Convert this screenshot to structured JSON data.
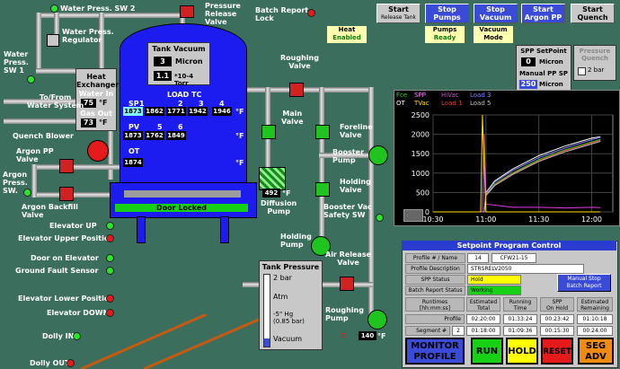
{
  "labels": {
    "water_press_sw2": "Water Press. SW 2",
    "pressure_release_valve": "Pressure\nRelease\nValve",
    "batch_report_lock": "Batch Report\nLock",
    "water_press_regulator": "Water Press.\nRegulator",
    "water_press_sw1": "Water\nPress.\nSW 1",
    "heat_exchanger": "Heat\nExchanger",
    "water_in": "Water In",
    "gas_out": "Gas Out",
    "to_from_water": "To/From\nWater System",
    "quench_blower": "Quench Blower",
    "argon_pp_valve": "Argon PP\nValve",
    "argon_press_sw": "Argon\nPress.\nSW.",
    "argon_backfill_valve": "Argon Backfill\nValve",
    "elevator_up": "Elevator UP",
    "elevator_upper_position": "Elevator Upper Position",
    "door_on_elevator": "Door on Elevator",
    "ground_fault_sensor": "Ground Fault Sensor",
    "elevator_lower_position": "Elevator Lower Position",
    "elevator_down": "Elevator DOWN",
    "dolly_in": "Dolly IN",
    "dolly_out": "Dolly OUT",
    "roughing_valve": "Roughing\nValve",
    "main_valve": "Main\nValve",
    "foreline_valve": "Foreline\nValve",
    "booster_pump": "Booster\nPump",
    "holding_valve": "Holding\nValve",
    "booster_vac_safety_sw": "Booster Vac\nSafety SW",
    "diffusion_pump": "Diffusion\nPump",
    "holding_pump": "Holding\nPump",
    "air_release_valve": "Air Release\nValve",
    "roughing_pump": "Roughing\nPump",
    "door_locked": "Door Locked",
    "five": "5"
  },
  "heat_exchanger": {
    "water_in_value": "75",
    "water_in_unit": "°F",
    "gas_out_value": "73",
    "gas_out_unit": "°F"
  },
  "tank_vacuum": {
    "title": "Tank Vacuum",
    "micron_value": "3",
    "micron_unit": "Micron",
    "torr_value": "1.1",
    "torr_unit": "*10-4 Torr"
  },
  "load_tc": {
    "title": "LOAD TC",
    "sp_label": "SP",
    "pv_label": "PV",
    "ot_label": "OT",
    "unit": "°F",
    "cols_row1": [
      "1",
      "2",
      "3",
      "4"
    ],
    "cols_row2": [
      "5",
      "6"
    ],
    "sp_values": [
      "1873",
      "1862",
      "1771",
      "1942",
      "1946"
    ],
    "pv_values": [
      "1873",
      "1762",
      "1849"
    ],
    "ot_value": "1874"
  },
  "diffusion_temp": {
    "value": "492",
    "unit": "°F"
  },
  "roughing_temp": {
    "value": "140",
    "unit": "°F"
  },
  "top_buttons": [
    {
      "label": "Start",
      "sub": "Release Tank"
    },
    {
      "label": "Stop",
      "sub": "Pumps"
    },
    {
      "label": "Stop",
      "sub": "Vacuum"
    },
    {
      "label": "Start",
      "sub": "Argon PP"
    },
    {
      "label": "Start",
      "sub": "Quench"
    }
  ],
  "status_boxes": {
    "heat": {
      "line1": "Heat",
      "line2": "Enabled"
    },
    "pumps": {
      "line1": "Pumps",
      "line2": "Ready"
    },
    "vacuum": {
      "line1": "Vacuum",
      "line2": "Mode"
    }
  },
  "spp_setpoint": {
    "title": "SPP SetPoint",
    "value": "0",
    "unit": "Micron",
    "manual_title": "Manual PP SP",
    "manual_value": "250",
    "manual_unit": "Micron"
  },
  "pressure_quench": {
    "title": "Pressure\nQuench",
    "option": "2 bar"
  },
  "tank_pressure": {
    "title": "Tank Pressure",
    "marks": [
      "2 bar",
      "Atm",
      "-5\" Hg\n(0.85 bar)",
      "Vacuum"
    ]
  },
  "chart_legend": {
    "row1": [
      "Fce",
      "SPP",
      "HiVac",
      "Load 3"
    ],
    "row2": [
      "OT",
      "TVac",
      "Load 1",
      "Load 5"
    ]
  },
  "chart_data": {
    "type": "line",
    "yticks": [
      "2500",
      "2000",
      "1500",
      "1000",
      "500",
      "0"
    ],
    "xticks": [
      "10:30",
      "11:00",
      "11:30",
      "12:00"
    ],
    "ylim": [
      0,
      2500
    ],
    "series": [
      {
        "name": "Fce",
        "color": "#2bd82b",
        "x": [
          "10:30",
          "10:59",
          "11:00",
          "11:05",
          "11:15",
          "11:30",
          "11:45",
          "12:00",
          "12:05"
        ],
        "values": [
          0,
          0,
          450,
          720,
          1000,
          1350,
          1600,
          1800,
          1870
        ]
      },
      {
        "name": "OT",
        "color": "#ffffff",
        "x": [
          "10:30",
          "10:59",
          "11:00",
          "11:05",
          "11:15",
          "11:30",
          "11:45",
          "12:00",
          "12:05"
        ],
        "values": [
          0,
          0,
          500,
          800,
          1100,
          1450,
          1700,
          1900,
          1940
        ]
      },
      {
        "name": "Load 1",
        "color": "#e63a3a",
        "x": [
          "10:30",
          "10:59",
          "11:00",
          "11:05",
          "11:15",
          "11:30",
          "11:45",
          "12:00",
          "12:05"
        ],
        "values": [
          0,
          0,
          430,
          700,
          980,
          1320,
          1580,
          1780,
          1850
        ]
      },
      {
        "name": "Load 3",
        "color": "#8080ff",
        "x": [
          "10:30",
          "10:59",
          "11:00",
          "11:05",
          "11:15",
          "11:30",
          "11:45",
          "12:00",
          "12:05"
        ],
        "values": [
          0,
          0,
          480,
          770,
          1060,
          1400,
          1650,
          1860,
          1920
        ]
      },
      {
        "name": "Load 5",
        "color": "#c0c0c0",
        "x": [
          "10:30",
          "10:59",
          "11:00",
          "11:05",
          "11:15",
          "11:30",
          "11:45",
          "12:00",
          "12:05"
        ],
        "values": [
          0,
          0,
          420,
          680,
          960,
          1300,
          1550,
          1750,
          1820
        ]
      },
      {
        "name": "HiVac",
        "color": "#e23be2",
        "x": [
          "10:30",
          "10:58",
          "10:59",
          "11:00",
          "11:15",
          "11:30",
          "11:45",
          "12:00",
          "12:05"
        ],
        "values": [
          0,
          0,
          2000,
          200,
          120,
          120,
          100,
          120,
          110
        ]
      },
      {
        "name": "TVac",
        "color": "#ffe000",
        "x": [
          "10:30",
          "10:57",
          "10:58",
          "10:59",
          "11:00",
          "12:05"
        ],
        "values": [
          0,
          0,
          2500,
          1200,
          0,
          0
        ]
      }
    ]
  },
  "spc": {
    "title": "Setpoint Program Control",
    "profile_label": "Profile # / Name",
    "profile_num": "14",
    "profile_name": "CFW21-15",
    "desc_label": "Profile Description",
    "desc_value": "STRSRELV2050",
    "spp_status_label": "SPP Status",
    "spp_status_value": "Hold",
    "batch_status_label": "Batch Report Status",
    "batch_status_value": "Working",
    "manual_stop_btn": "Manual Stop\nBatch Report",
    "headers": [
      "Runtimes\n[hh:mm:ss]",
      "Estimated\nTotal",
      "Running\nTime",
      "SPP\nOn Hold",
      "Estimated\nRemaining"
    ],
    "profile_row_label": "Profile",
    "profile_row": [
      "02:20:00",
      "01:33:24",
      "00:23:42",
      "01:10:18"
    ],
    "segment_label": "Segment #",
    "segment_num": "2",
    "segment_row": [
      "01:18:00",
      "01:09:36",
      "00:15:30",
      "00:24:00"
    ]
  },
  "bottom_buttons": {
    "monitor_profile": "MONITOR\nPROFILE",
    "run": "RUN",
    "hold": "HOLD",
    "reset": "RESET",
    "seg_adv": "SEG\nADV"
  }
}
